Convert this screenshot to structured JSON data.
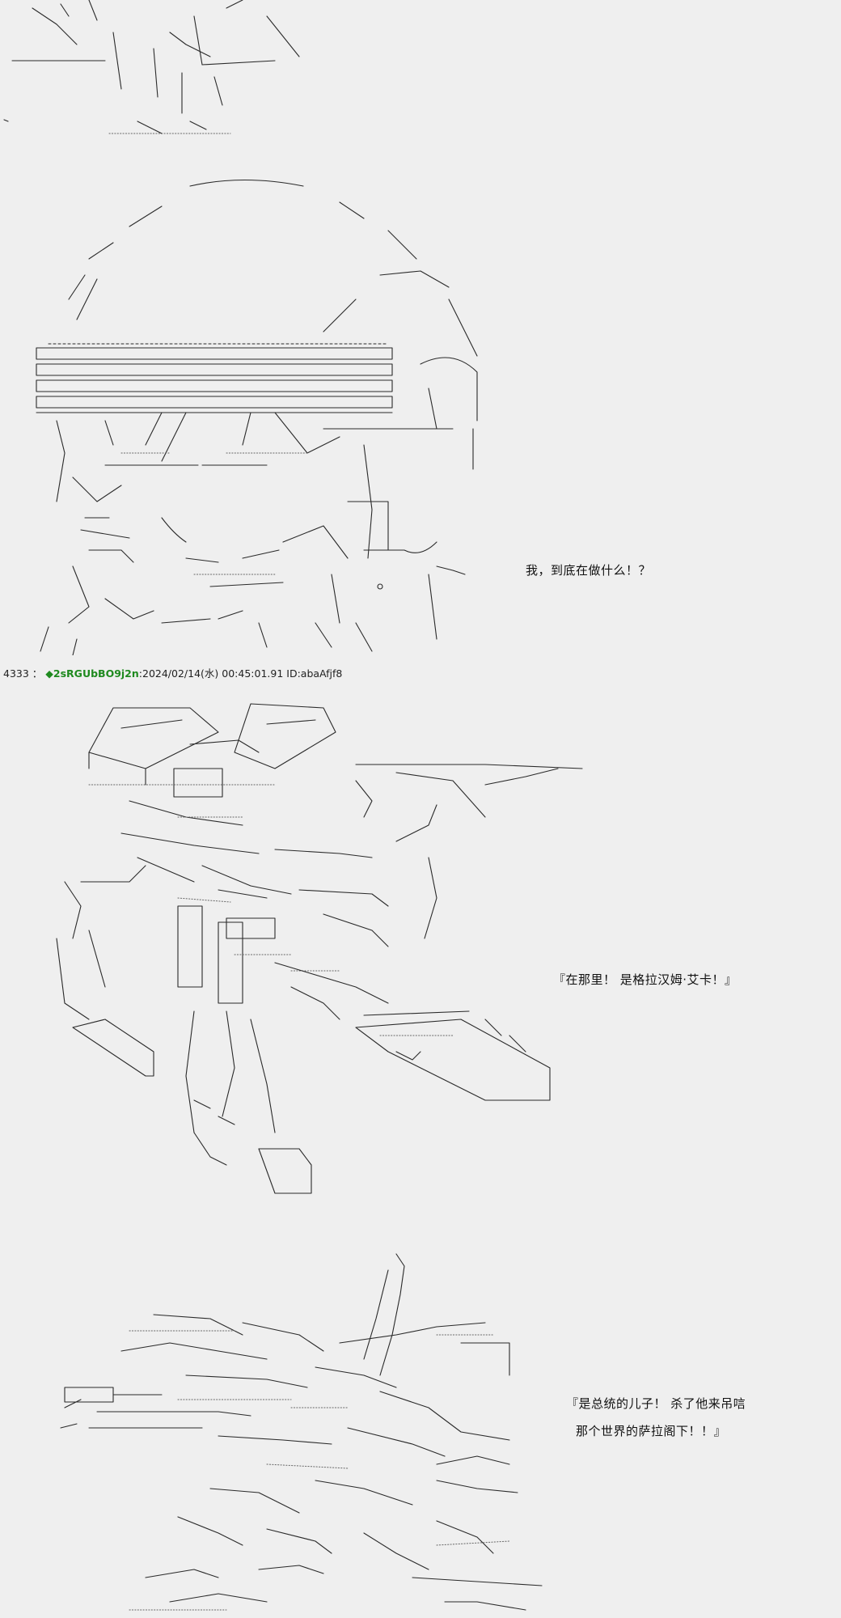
{
  "panels": [
    {
      "dialogue": [
        "我，到底在做什么！？"
      ]
    },
    {
      "dialogue": [
        "『在那里！ 是格拉汉姆·艾卡！』"
      ]
    },
    {
      "dialogue": [
        "『是总统的儿子！ 杀了他来吊唁",
        "那个世界的萨拉阁下！！』"
      ]
    }
  ],
  "post": {
    "number": "4333",
    "separator": "：",
    "trip_marker": "◆",
    "trip": "2sRGUbBO9j2n",
    "datetime": ":2024/02/14(水) 00:45:01.91 ID:abaAfjf8"
  }
}
